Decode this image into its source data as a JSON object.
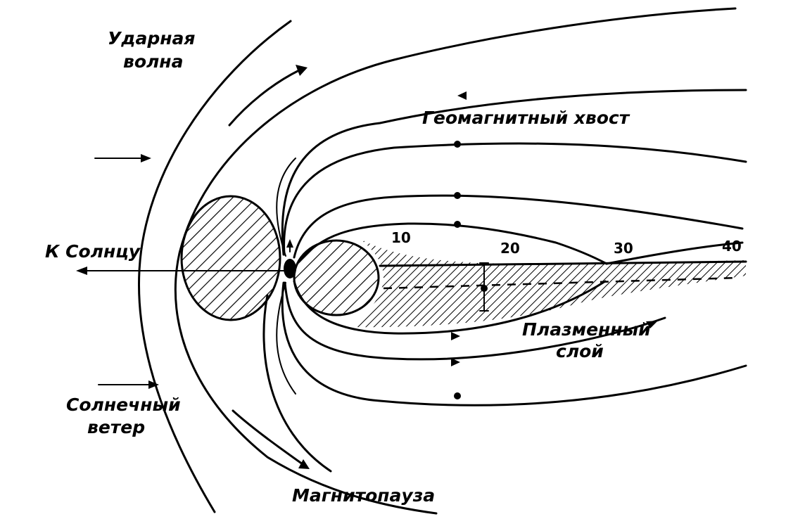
{
  "labels": {
    "bow_shock": [
      "Ударная",
      "волна"
    ],
    "geomagnetic_tail": "Геомагнитный хвост",
    "to_sun": "К Солнцу",
    "plasma_sheet": [
      "Плазменный",
      "слой"
    ],
    "solar_wind": [
      "Солнечный",
      "ветер"
    ],
    "magnetopause": "Магнитопауза"
  },
  "distance_marks": [
    "10",
    "20",
    "30",
    "40"
  ],
  "colors": {
    "ink": "#000000",
    "paper": "#ffffff"
  }
}
